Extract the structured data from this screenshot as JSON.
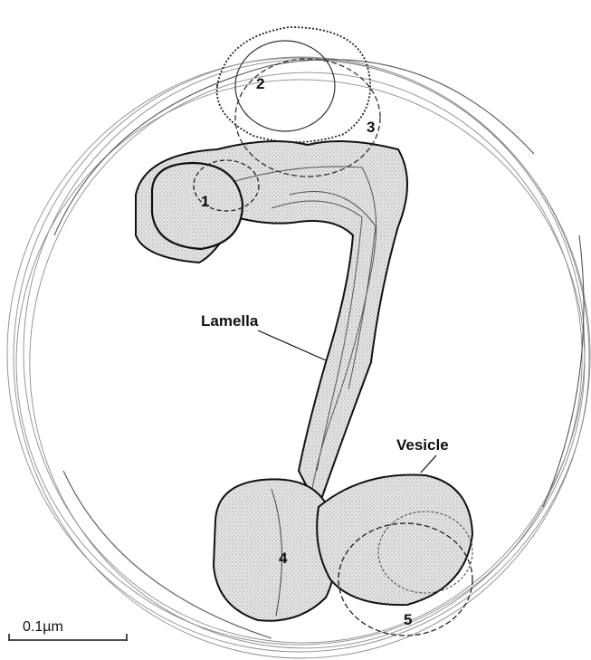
{
  "figure": {
    "numbers": [
      "1",
      "2",
      "3",
      "4",
      "5"
    ],
    "lamella_label": "Lamella",
    "vesicle_label": "Vesicle",
    "scale_bar_label": "0.1µm"
  },
  "colors": {
    "ink": "#111111",
    "shading": "#cfcfcf",
    "light_outline": "#9a9a9a"
  }
}
